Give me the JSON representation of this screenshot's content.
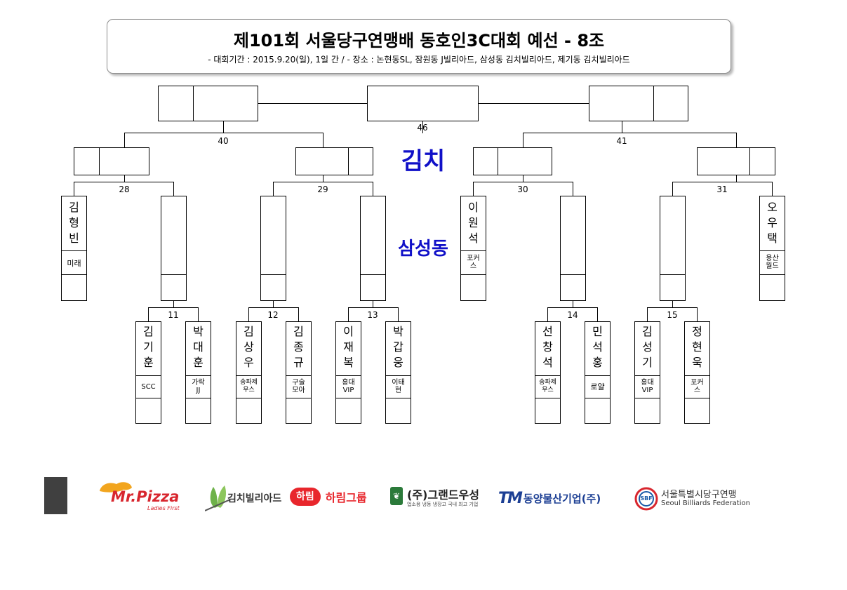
{
  "header": {
    "title": "제101회 서울당구연맹배 동호인3C대회 예선 - 8조",
    "subtitle": "- 대회기간 : 2015.9.20(일), 1일 간 / - 장소 : 논현동SL, 잠원동 J빌리아드, 삼성동 김치빌리아드, 제기동 김치빌리아드"
  },
  "venues": {
    "main": "김치",
    "secondary": "삼성동"
  },
  "match_numbers": {
    "m46": "46",
    "m40": "40",
    "m41": "41",
    "m28": "28",
    "m29": "29",
    "m30": "30",
    "m31": "31",
    "m11": "11",
    "m12": "12",
    "m13": "13",
    "m14": "14",
    "m15": "15"
  },
  "players": [
    {
      "name": "김형빈",
      "club": "미래"
    },
    {
      "name": "이원석",
      "club": "포커스"
    },
    {
      "name": "오우택",
      "club": "용산월드"
    },
    {
      "name": "김기훈",
      "club": "SCC"
    },
    {
      "name": "박대훈",
      "club": "가락JJ"
    },
    {
      "name": "김상우",
      "club": "송파제우스"
    },
    {
      "name": "김종규",
      "club": "구술모아"
    },
    {
      "name": "이재복",
      "club": "홍대VIP"
    },
    {
      "name": "박갑웅",
      "club": "이태현"
    },
    {
      "name": "선창석",
      "club": "송파제우스"
    },
    {
      "name": "민석홍",
      "club": "로얄"
    },
    {
      "name": "김성기",
      "club": "홍대VIP"
    },
    {
      "name": "정현욱",
      "club": "포커스"
    }
  ],
  "sponsors": {
    "mrpizza": "Mr.Pizza",
    "mrpizza_tag": "Ladies First",
    "kimchi": "김치빌리아드",
    "harim_badge": "하림",
    "harim": "하림그룹",
    "grand": "(주)그랜드우성",
    "grand_tag": "업소용 냉동 냉장고 국내 최고 기업",
    "dongyang_mark": "TM",
    "dongyang": "동양물산기업(주)",
    "sbf_badge": "SBF",
    "sbf_ko": "서울특별시당구연맹",
    "sbf_en": "Seoul Billiards Federation"
  },
  "colors": {
    "venue": "#1010c8",
    "mrpizza": "#d8262e",
    "harim": "#e8262c",
    "grand": "#2b7a3a",
    "dongyang": "#1c3f94",
    "sbf": "#1a5aa8"
  }
}
